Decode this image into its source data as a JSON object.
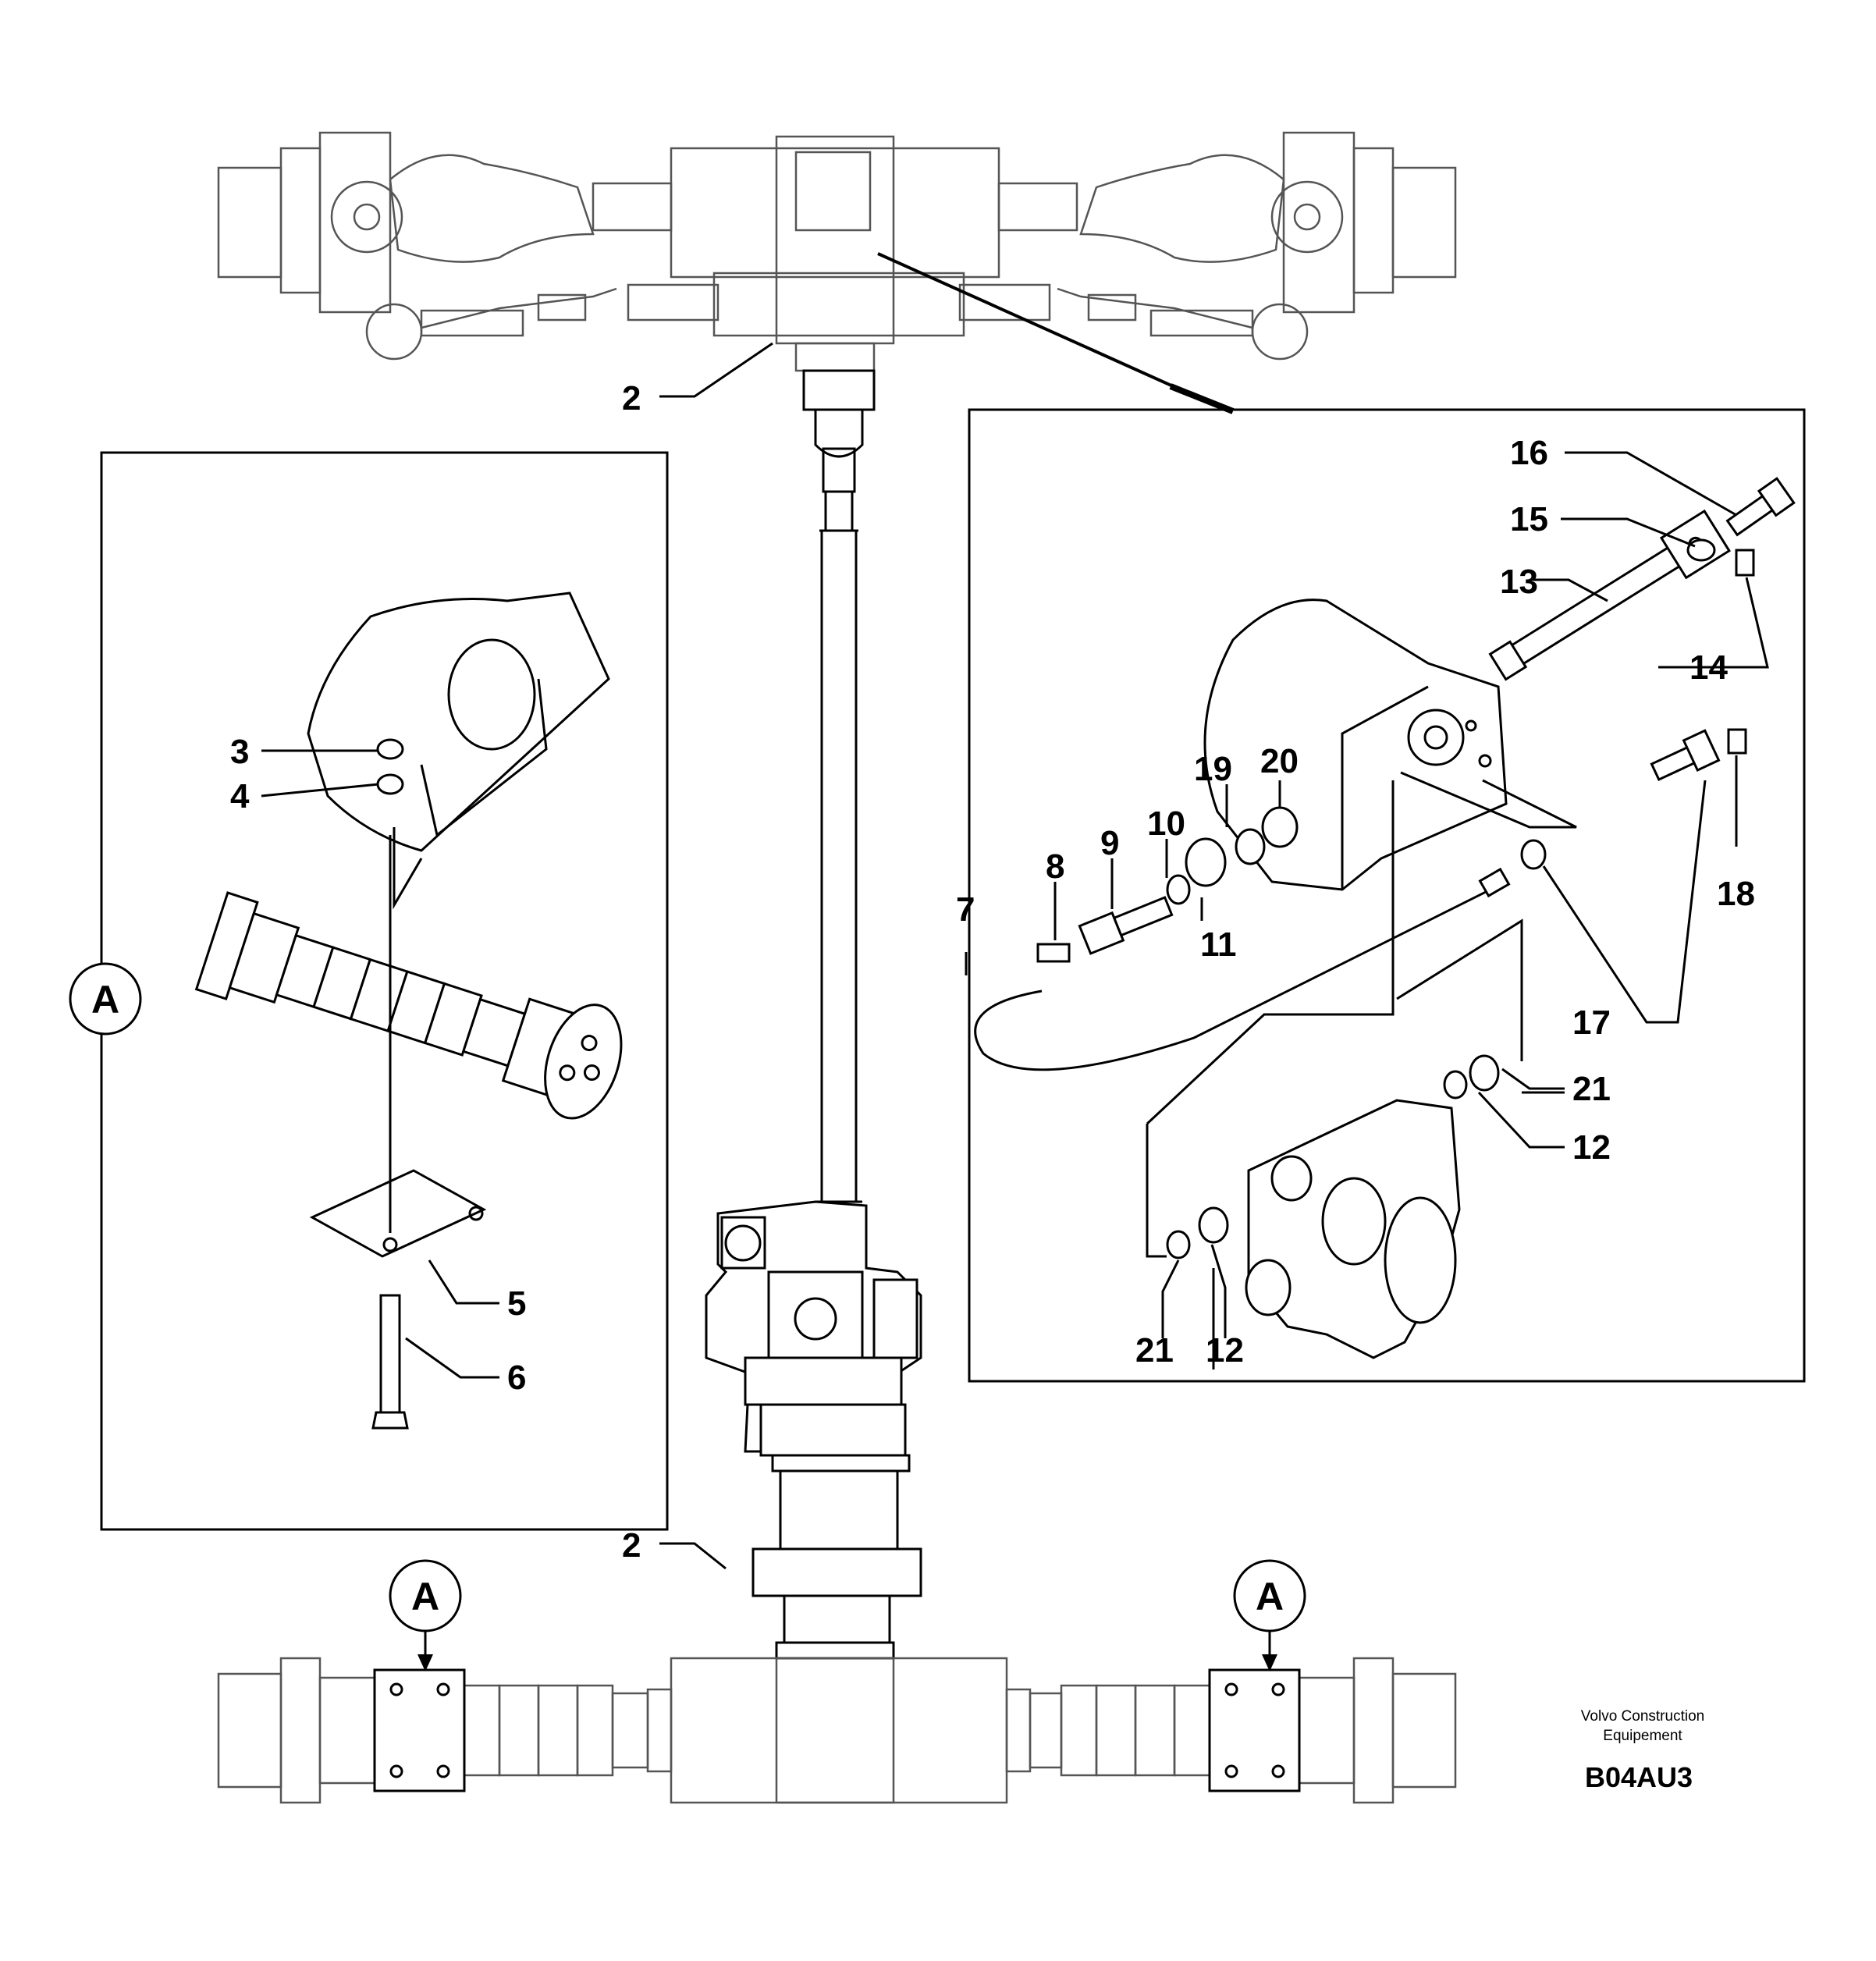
{
  "diagram": {
    "callouts": [
      "2",
      "2",
      "3",
      "4",
      "5",
      "6",
      "7",
      "8",
      "9",
      "10",
      "11",
      "12",
      "12",
      "13",
      "14",
      "15",
      "16",
      "17",
      "18",
      "19",
      "20",
      "21",
      "21"
    ],
    "detail_markers": [
      "A",
      "A",
      "A"
    ],
    "credit_line1": "Volvo Construction",
    "credit_line2": "Equipement",
    "drawing_code": "B04AU3"
  }
}
